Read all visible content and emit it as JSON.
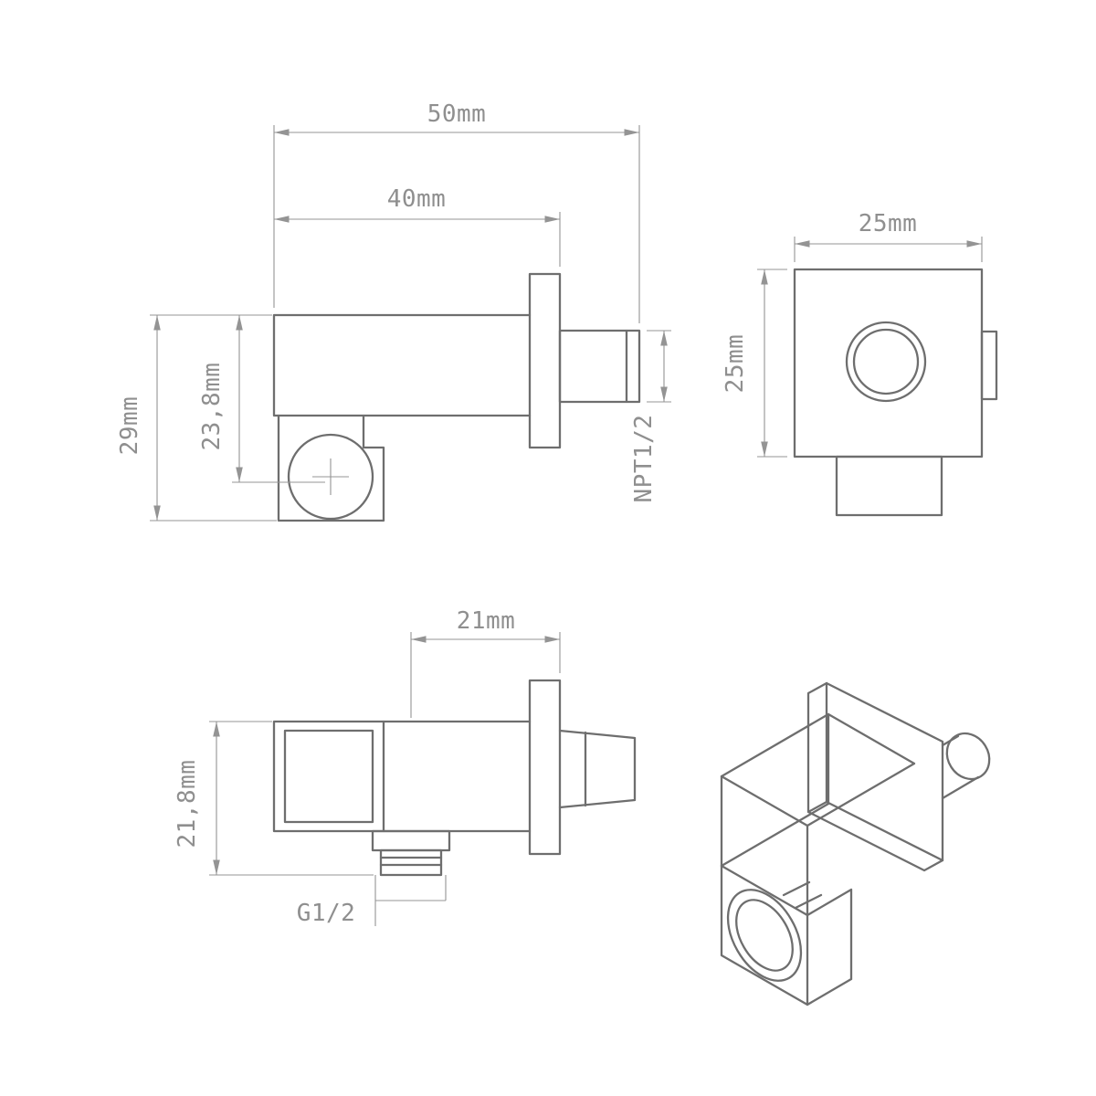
{
  "colors": {
    "outline": "#6e6e6e",
    "dimension": "#949494",
    "label": "#8f8f8f",
    "background": "#ffffff"
  },
  "front_view": {
    "overall_width": "50mm",
    "body_width": "40mm",
    "overall_height": "29mm",
    "holder_center_height": "23,8mm",
    "inlet_thread": "NPT1/2"
  },
  "end_view": {
    "width": "25mm",
    "height": "25mm"
  },
  "bottom_view": {
    "outlet_offset": "21mm",
    "body_height": "21,8mm",
    "outlet_thread": "G1/2"
  }
}
